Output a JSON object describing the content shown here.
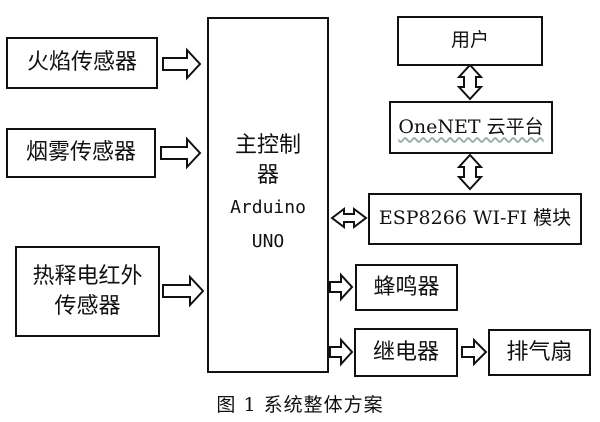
{
  "sensors": {
    "flame": "火焰传感器",
    "smoke": "烟雾传感器",
    "pir_line1": "热释电红外",
    "pir_line2": "传感器"
  },
  "controller": {
    "line1": "主控制",
    "line2": "器",
    "line3": "Arduino",
    "line4": "UNO"
  },
  "outputs": {
    "user": "用户",
    "cloud": "OneNET 云平台",
    "wifi": "ESP8266 WI-FI 模块",
    "buzzer": "蜂鸣器",
    "relay": "继电器",
    "fan": "排气扇"
  },
  "caption": "图 1  系统整体方案"
}
